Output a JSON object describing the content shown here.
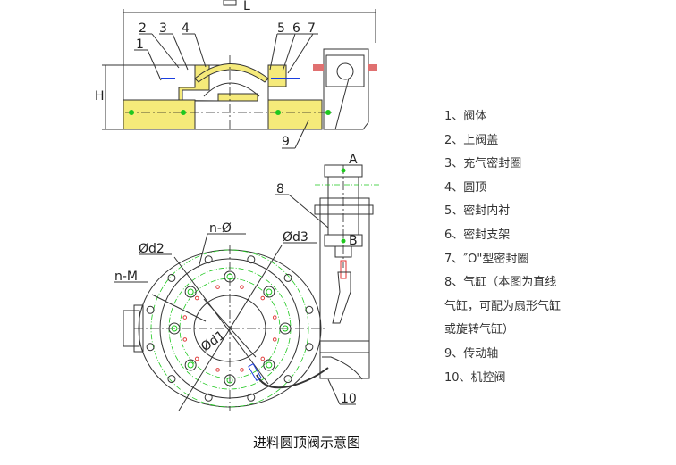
{
  "drawing": {
    "top_view_labels": {
      "length": "L",
      "height": "H",
      "p1": "1",
      "p2": "2",
      "p3": "3",
      "p4": "4",
      "p5": "5",
      "p6": "6",
      "p7": "7",
      "p9": "9"
    },
    "bottom_view_labels": {
      "a": "A",
      "b": "B",
      "p8": "8",
      "p10": "10",
      "d1": "Ød1",
      "d2": "Ød2",
      "d3": "Ød3",
      "n_phi": "n-Ø",
      "n_m": "n-M"
    }
  },
  "legend": [
    "1、阀体",
    "2、上阀盖",
    "3、充气密封圈",
    "4、圆顶",
    "5、密封内衬",
    "6、密封支架",
    "7、″O\"型密封圈",
    "8、气缸（本图为直线",
    "气缸，可配为扇形气缸",
    "或旋转气缸）",
    "9、传动轴",
    "10、机控阀"
  ],
  "caption": "进料圆顶阀示意图",
  "colors": {
    "section_fill": "#f5ea7a",
    "center_line": "#1ec81e",
    "seal": "#1a3ee0",
    "accent_red": "#e05050"
  }
}
